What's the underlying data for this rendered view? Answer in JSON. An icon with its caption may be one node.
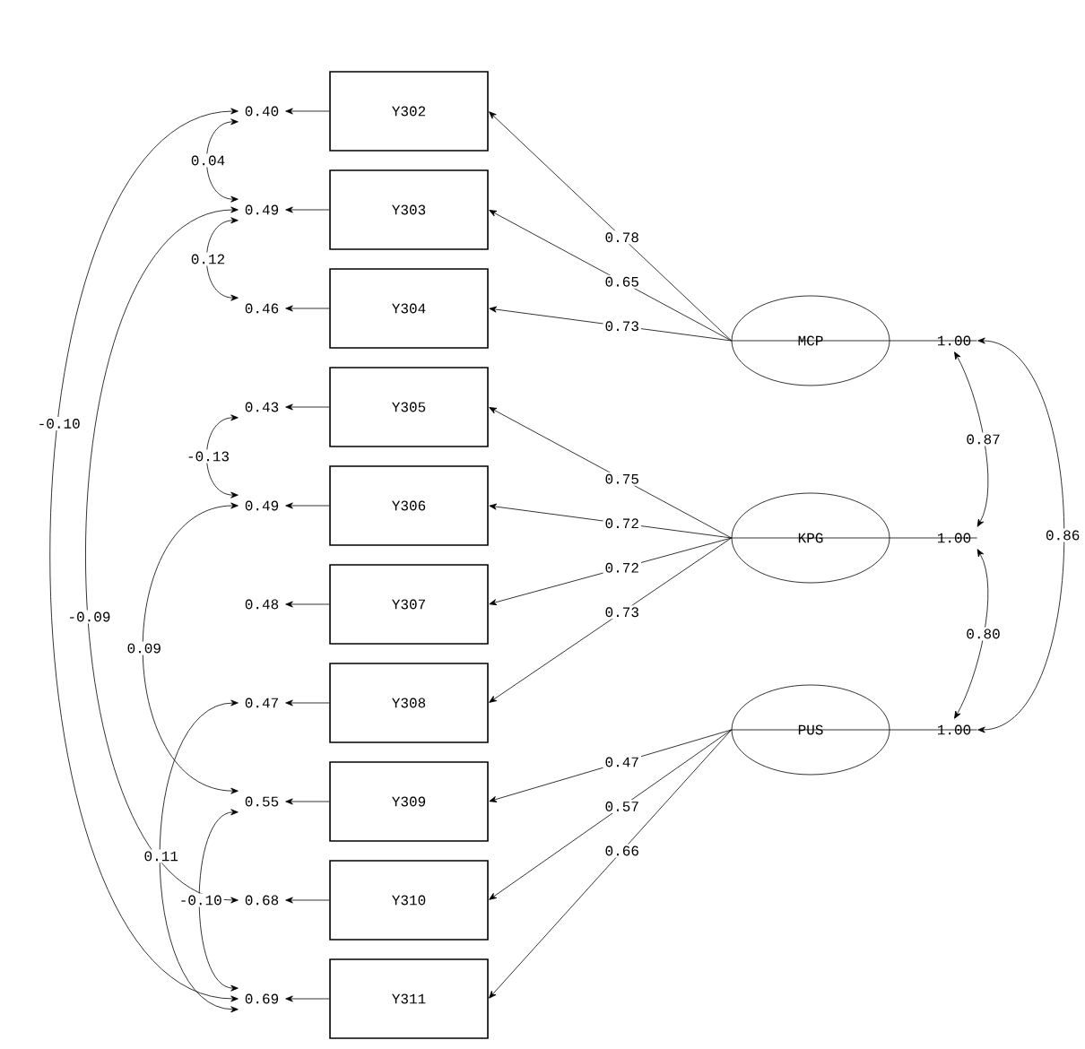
{
  "diagram": {
    "nodes": [
      {
        "text": [
          "Y302"
        ]
      },
      {
        "text": [
          "Y303"
        ]
      },
      {
        "text": [
          "Y304"
        ]
      },
      {
        "text": [
          "Y305"
        ]
      },
      {
        "text": [
          "Y306"
        ]
      },
      {
        "text": [
          "Y307"
        ]
      },
      {
        "text": [
          "Y308"
        ]
      },
      {
        "text": [
          "Y309"
        ]
      },
      {
        "text": [
          "Y310"
        ]
      },
      {
        "text": [
          "Y311"
        ]
      },
      {
        "text": [
          "MCP"
        ]
      },
      {
        "text": [
          "KPG"
        ]
      },
      {
        "text": [
          "PUS"
        ]
      },
      {
        "text": [
          "0.40"
        ]
      },
      {
        "text": [
          "0.49"
        ]
      },
      {
        "text": [
          "0.46"
        ]
      },
      {
        "text": [
          "0.43"
        ]
      },
      {
        "text": [
          "0.49"
        ]
      },
      {
        "text": [
          "0.48"
        ]
      },
      {
        "text": [
          "0.47"
        ]
      },
      {
        "text": [
          "0.55"
        ]
      },
      {
        "text": [
          "0.68"
        ]
      },
      {
        "text": [
          "0.69"
        ]
      },
      {
        "text": [
          "1.00"
        ]
      },
      {
        "text": [
          "1.00"
        ]
      },
      {
        "text": [
          "1.00"
        ]
      }
    ],
    "edges": [
      {
        "from": 10,
        "to": 0,
        "arrow": "to",
        "label": "0.78"
      },
      {
        "from": 10,
        "to": 1,
        "arrow": "to",
        "label": "0.65"
      },
      {
        "from": 10,
        "to": 2,
        "arrow": "to",
        "label": "0.73"
      },
      {
        "from": 11,
        "to": 3,
        "arrow": "to",
        "label": "0.75"
      },
      {
        "from": 11,
        "to": 4,
        "arrow": "to",
        "label": "0.72"
      },
      {
        "from": 11,
        "to": 5,
        "arrow": "to",
        "label": "0.72"
      },
      {
        "from": 11,
        "to": 6,
        "arrow": "to",
        "label": "0.73"
      },
      {
        "from": 12,
        "to": 7,
        "arrow": "to",
        "label": "0.47"
      },
      {
        "from": 12,
        "to": 8,
        "arrow": "to",
        "label": "0.57"
      },
      {
        "from": 12,
        "to": 9,
        "arrow": "to",
        "label": "0.66"
      },
      {
        "from": 0,
        "to": 13,
        "arrow": "to"
      },
      {
        "from": 1,
        "to": 14,
        "arrow": "to"
      },
      {
        "from": 2,
        "to": 15,
        "arrow": "to"
      },
      {
        "from": 3,
        "to": 16,
        "arrow": "to"
      },
      {
        "from": 4,
        "to": 17,
        "arrow": "to"
      },
      {
        "from": 5,
        "to": 18,
        "arrow": "to"
      },
      {
        "from": 6,
        "to": 19,
        "arrow": "to"
      },
      {
        "from": 7,
        "to": 20,
        "arrow": "to"
      },
      {
        "from": 8,
        "to": 21,
        "arrow": "to"
      },
      {
        "from": 9,
        "to": 22,
        "arrow": "to"
      },
      {
        "from": 10,
        "to": 23,
        "arrow": "none"
      },
      {
        "from": 11,
        "to": 24,
        "arrow": "none"
      },
      {
        "from": 12,
        "to": 25,
        "arrow": "none"
      },
      {
        "from": 23,
        "to": 24,
        "arrow": "both",
        "label": "0.87"
      },
      {
        "from": 24,
        "to": 25,
        "arrow": "both",
        "label": "0.80"
      },
      {
        "from": 23,
        "to": 25,
        "arrow": "both",
        "label": "0.86"
      },
      {
        "from": 13,
        "to": 14,
        "arrow": "both",
        "label": "0.04"
      },
      {
        "from": 14,
        "to": 15,
        "arrow": "both",
        "label": "0.12"
      },
      {
        "from": 16,
        "to": 17,
        "arrow": "both",
        "label": "-0.13"
      },
      {
        "from": 13,
        "to": 22,
        "arrow": "both",
        "label": "-0.10"
      },
      {
        "from": 14,
        "to": 21,
        "arrow": "both",
        "label": "-0.09"
      },
      {
        "from": 17,
        "to": 20,
        "arrow": "both",
        "label": "0.09"
      },
      {
        "from": 19,
        "to": 22,
        "arrow": "both",
        "label": "0.11"
      },
      {
        "from": 20,
        "to": 22,
        "arrow": "both",
        "label": "-0.10"
      }
    ]
  }
}
